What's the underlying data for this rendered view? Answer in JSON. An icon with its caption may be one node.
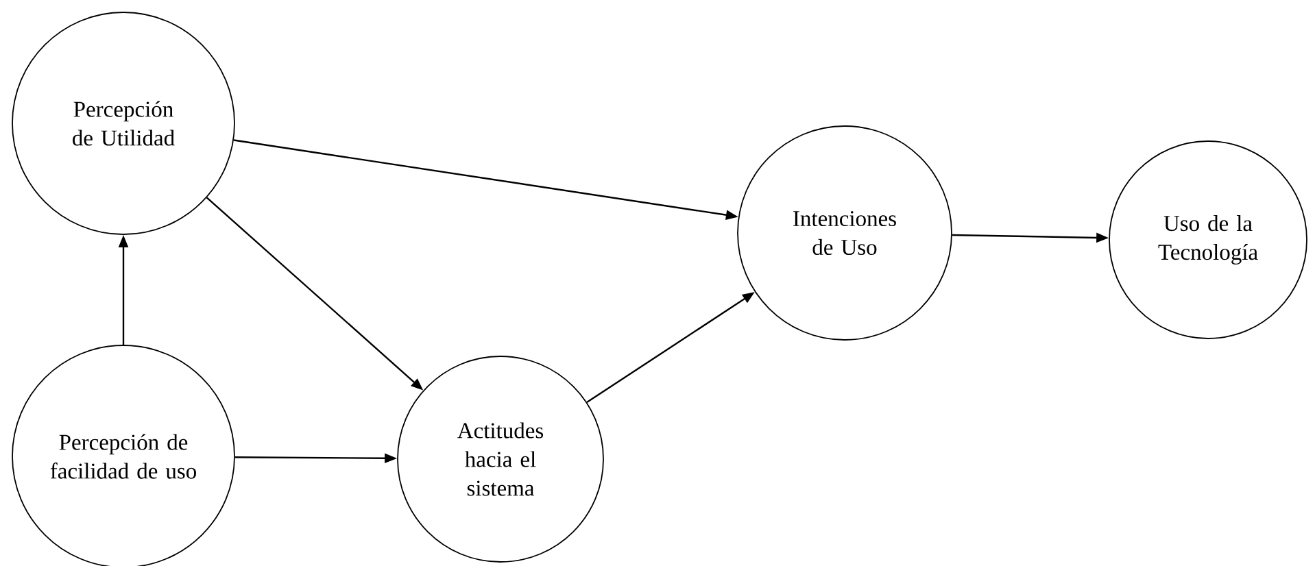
{
  "diagram": {
    "nodes": [
      {
        "text": [
          "Percepción de Utilidad"
        ]
      },
      {
        "text": [
          "Percepción de facilidad de uso"
        ]
      },
      {
        "text": [
          "Actitudes hacia el sistema"
        ]
      },
      {
        "text": [
          "Intenciones de Uso"
        ]
      },
      {
        "text": [
          "Uso de la Tecnología"
        ]
      }
    ],
    "edges": [
      {
        "from": 1,
        "to": 0,
        "arrow": "to"
      },
      {
        "from": 0,
        "to": 3,
        "arrow": "to"
      },
      {
        "from": 0,
        "to": 2,
        "arrow": "to"
      },
      {
        "from": 1,
        "to": 2,
        "arrow": "to"
      },
      {
        "from": 2,
        "to": 3,
        "arrow": "to"
      },
      {
        "from": 3,
        "to": 4,
        "arrow": "to"
      }
    ]
  }
}
